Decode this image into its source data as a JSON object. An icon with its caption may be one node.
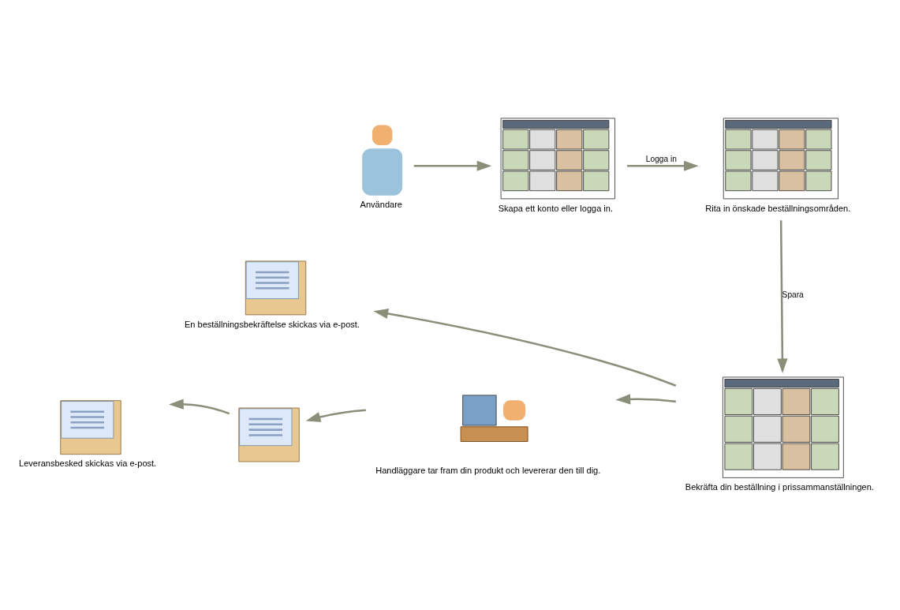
{
  "diagram": {
    "nodes": [
      {
        "text": [],
        "shape": "person",
        "beside": [
          "Användare"
        ]
      },
      {
        "text": [],
        "shape": "picture",
        "beside": [
          "Skapa ett konto eller logga in."
        ]
      },
      {
        "text": [],
        "shape": "picture",
        "beside": [
          "Rita in önskade beställningsområden."
        ]
      },
      {
        "text": [],
        "shape": "picture",
        "beside": [
          "Bekräfta din beställning i prissammanställningen."
        ]
      },
      {
        "text": [],
        "shape": "picture",
        "beside": [
          "En beställningsbekräftelse skickas via e-post."
        ]
      },
      {
        "text": [],
        "shape": "picture",
        "beside": [
          "Handläggare tar fram din produkt och levererar den till dig."
        ]
      },
      {
        "text": [],
        "shape": "picture"
      },
      {
        "text": [],
        "shape": "picture",
        "beside": [
          "Leveransbesked skickas via e-post."
        ]
      }
    ],
    "edges": [
      {
        "from": 0,
        "to": 1,
        "arrow": "to"
      },
      {
        "from": 1,
        "to": 2,
        "arrow": "to",
        "label": "Logga in"
      },
      {
        "from": 2,
        "to": 3,
        "arrow": "to",
        "label": "Spara"
      },
      {
        "from": 3,
        "to": 4,
        "arrow": "to"
      },
      {
        "from": 3,
        "to": 5,
        "arrow": "to"
      },
      {
        "from": 5,
        "to": 6,
        "arrow": "to"
      },
      {
        "from": 6,
        "to": 7,
        "arrow": "to"
      }
    ]
  }
}
